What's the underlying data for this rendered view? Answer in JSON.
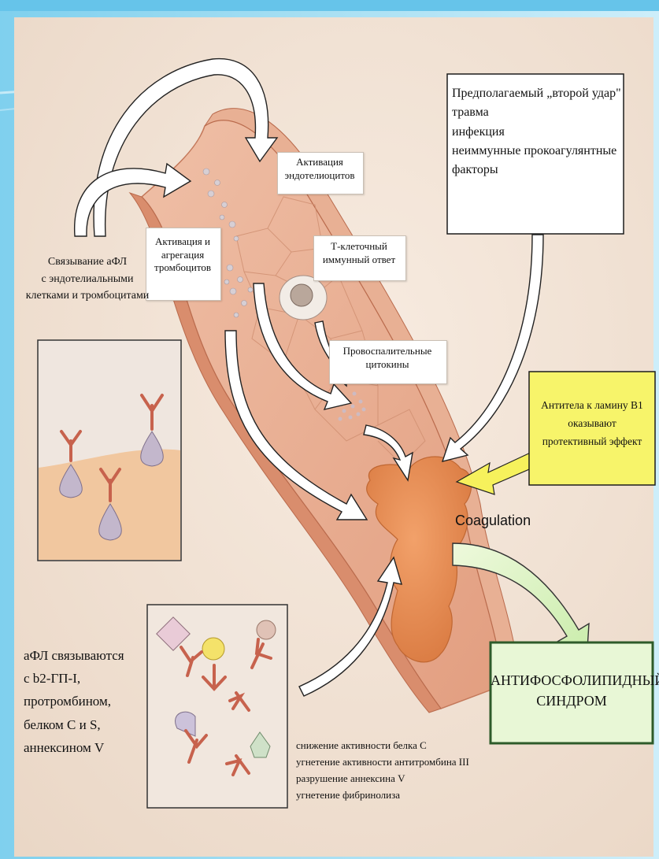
{
  "labels": {
    "endothelial_activation": [
      "Активация",
      "эндотелиоцитов"
    ],
    "platelet_activation": [
      "Активация и",
      "агрегация",
      "тромбоцитов"
    ],
    "t_cell_response": [
      "Т-клеточный",
      "иммунный ответ"
    ],
    "binding_afl": [
      "Связывание аФЛ",
      "с эндотелиальными",
      "клетками и тромбоцитами"
    ],
    "proinflammatory": [
      "Провоспалительные",
      "цитокины"
    ],
    "second_hit": [
      "Предполагаемый „второй удар\"",
      "травма",
      "инфекция",
      "неиммунные прокоагулянтные",
      "факторы"
    ],
    "antibodies_lamin": [
      "Антитела к ламину В1",
      "оказывают",
      "протективный эффект"
    ],
    "coagulation": "Coagulation",
    "afl_binds": [
      "аФЛ связываются",
      "с b2-ГП-I,",
      "протромбином,",
      "белком С и S,",
      "аннексином V"
    ],
    "effects": [
      "снижение активности белка С",
      "угнетение активности антитромбина III",
      "разрушение аннексина V",
      "угнетение фибринолиза"
    ],
    "syndrome": [
      "АНТИФОСФОЛИПИДНЫЙ",
      "СИНДРОМ"
    ]
  },
  "colors": {
    "slide_bg": "#8fd5ef",
    "panel_bg": "#f3e4d6",
    "vessel": "#e6a688",
    "clot": "#e4874a",
    "yellow_box": "#f7f46a",
    "green_box": "#e8f7d6",
    "green_border": "#2e5b2a"
  }
}
